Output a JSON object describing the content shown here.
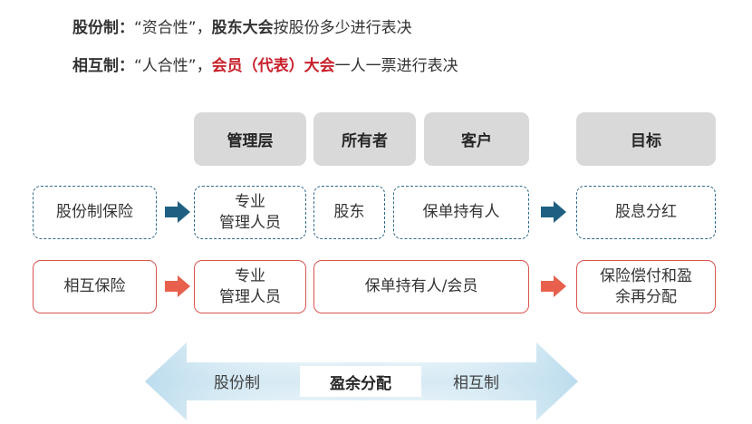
{
  "lines": {
    "line1": {
      "label": "股份制：",
      "quote": "“资合性”，",
      "emph": "股东大会",
      "rest": "按股份多少进行表决"
    },
    "line2": {
      "label": "相互制：",
      "quote": "“人合性”，",
      "emph": "会员（代表）大会",
      "rest": "一人一票进行表决"
    }
  },
  "headers": [
    "管理层",
    "所有者",
    "客户",
    "目标"
  ],
  "row_stock": {
    "type": "股份制保险",
    "mgmt": [
      "专业",
      "管理人员"
    ],
    "owner": "股东",
    "customer": "保单持有人",
    "goal": "股息分红"
  },
  "row_mutual": {
    "type": "相互保险",
    "mgmt": [
      "专业",
      "管理人员"
    ],
    "owner_customer": "保单持有人/会员",
    "goal": [
      "保险偿付和盈",
      "余再分配"
    ]
  },
  "spectrum": {
    "left": "股份制",
    "center": "盈余分配",
    "right": "相互制"
  },
  "colors": {
    "blue": "#2f6b8c",
    "red": "#d9534f",
    "emph_red": "#c8212b",
    "header_gray": "#d9d9d9"
  }
}
